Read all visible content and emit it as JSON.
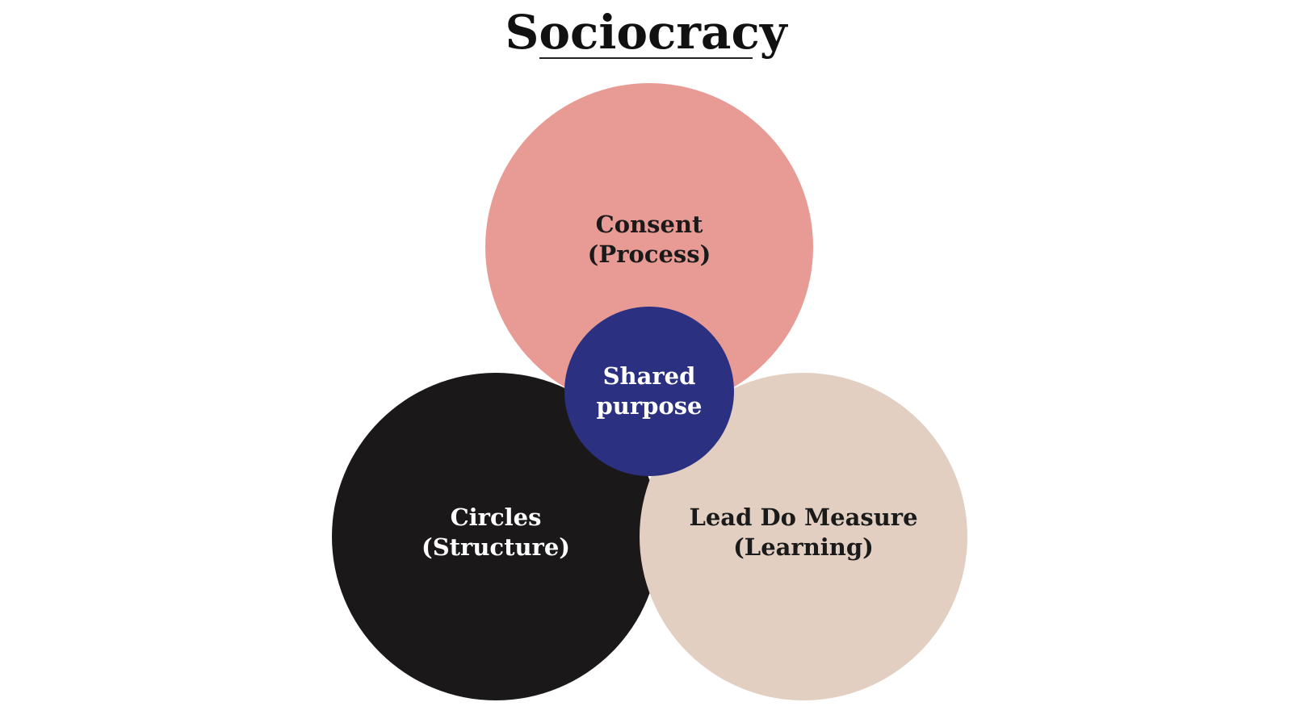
{
  "title": "Sociocracy",
  "colors": {
    "consent": "#e89a94",
    "circles": "#1a1818",
    "lead_do_measure": "#e2cfc1",
    "shared_purpose": "#2b3080"
  },
  "diagram": {
    "top": {
      "line1": "Consent",
      "line2": "(Process)"
    },
    "left": {
      "line1": "Circles",
      "line2": "(Structure)"
    },
    "right": {
      "line1": "Lead Do Measure",
      "line2": "(Learning)"
    },
    "center": {
      "line1": "Shared",
      "line2": "purpose"
    }
  }
}
